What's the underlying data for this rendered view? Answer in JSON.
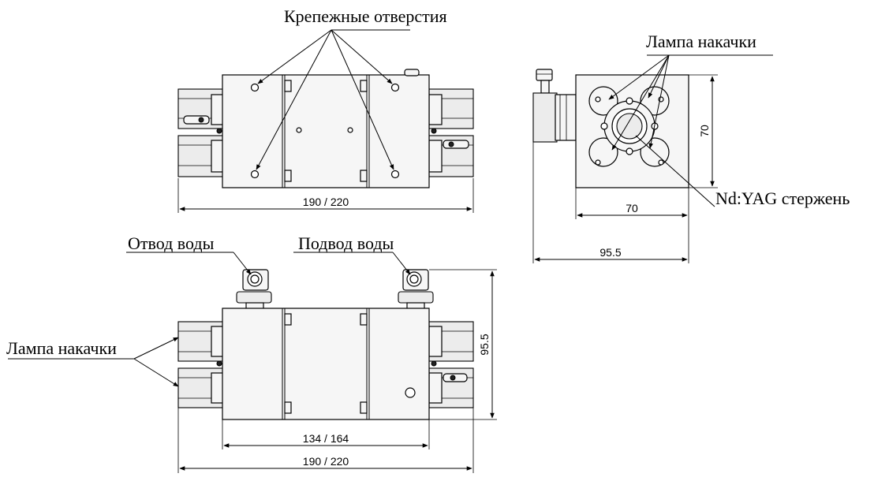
{
  "labels": {
    "mounting_holes": "Крепежные отверстия",
    "pump_lamp_right": "Лампа накачки",
    "rod": "Nd:YAG стержень",
    "water_out": "Отвод воды",
    "water_in": "Подвод воды",
    "pump_lamp_left": "Лампа накачки"
  },
  "dimensions": {
    "top_length": "190 / 220",
    "side_height": "70",
    "side_width": "70",
    "side_total_width": "95.5",
    "front_height": "95.5",
    "front_body_length": "134 / 164",
    "front_total_length": "190 / 220"
  }
}
